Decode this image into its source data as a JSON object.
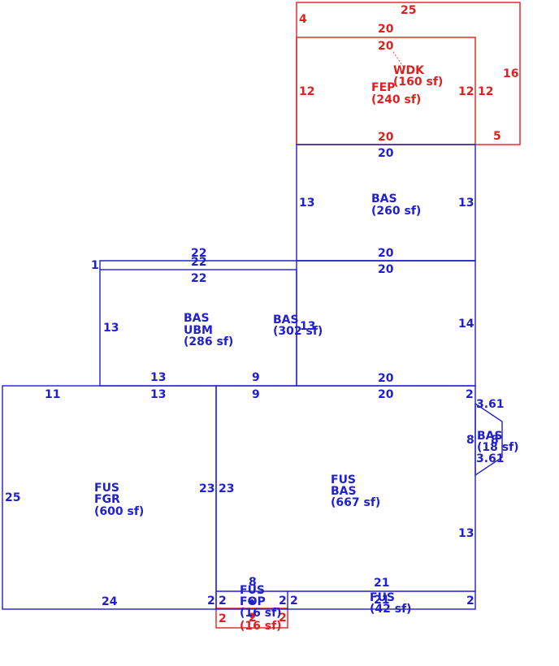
{
  "colors": {
    "living_area": "#2020d0",
    "exterior_feature": "#e02020"
  },
  "areas": {
    "wdk": {
      "code": "WDK",
      "area": "(160 sf)",
      "dims": [
        "25",
        "4",
        "16",
        "5",
        "12"
      ]
    },
    "fep": {
      "code": "FEP",
      "area": "(240 sf)",
      "dims": [
        "20",
        "20",
        "20",
        "12",
        "12"
      ]
    },
    "bas_top": {
      "code": "BAS",
      "area": "(260 sf)",
      "dims": [
        "20",
        "13",
        "13",
        "20"
      ]
    },
    "bas_mid": {
      "code": "BAS",
      "code2": "13",
      "area": "(302 sf)",
      "dims": [
        "20",
        "14",
        "20"
      ]
    },
    "bas_ubm": {
      "code": "BAS",
      "code2": "UBM",
      "area": "(286 sf)",
      "dims": [
        "22",
        "13",
        "13",
        "13",
        "9",
        "9"
      ]
    },
    "strip": {
      "dims": [
        "22",
        "22",
        "1"
      ]
    },
    "fus_fgr": {
      "code": "FUS",
      "code2": "FGR",
      "area": "(600 sf)",
      "dims": [
        "11",
        "25",
        "23",
        "24",
        "2"
      ]
    },
    "fus_bas": {
      "code": "FUS",
      "code2": "BAS",
      "area": "(667 sf)",
      "dims": [
        "20",
        "2",
        "23",
        "13"
      ]
    },
    "bay": {
      "code": "BAS",
      "area": "(18 sf)",
      "dims": [
        "3.61",
        "8",
        "8",
        "3.61"
      ]
    },
    "fus_small": {
      "code": "FUS",
      "area": "(42 sf)",
      "dims": [
        "21",
        "21",
        "2",
        "2"
      ]
    },
    "fop": {
      "code": "FUS",
      "code2": "FOP",
      "area": "(16 sf)",
      "area2": "(16 sf)",
      "dims": [
        "8",
        "2",
        "2",
        "2",
        "2",
        "2"
      ]
    }
  }
}
